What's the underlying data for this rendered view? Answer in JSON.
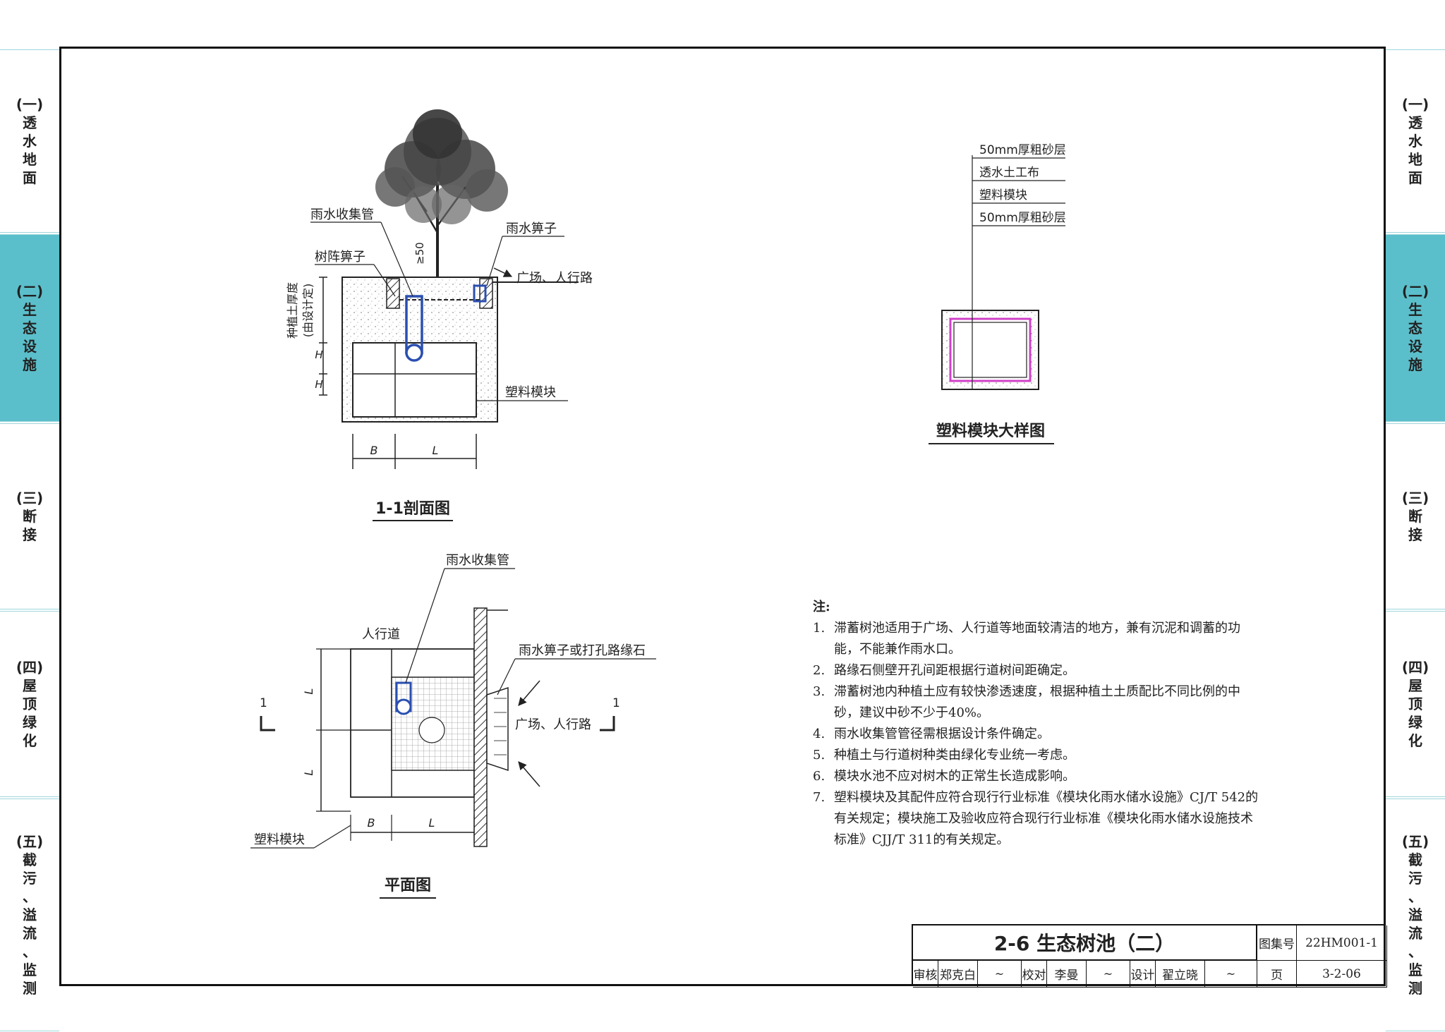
{
  "side_tabs": [
    {
      "num": "(一)",
      "chars": [
        "透",
        "水",
        "地",
        "面"
      ],
      "active": false
    },
    {
      "num": "(二)",
      "chars": [
        "生",
        "态",
        "设",
        "施"
      ],
      "active": true
    },
    {
      "num": "(三)",
      "chars": [
        "断",
        "接"
      ],
      "active": false
    },
    {
      "num": "(四)",
      "chars": [
        "屋",
        "顶",
        "绿",
        "化"
      ],
      "active": false
    },
    {
      "num": "(五)",
      "chars": [
        "截",
        "污",
        "、",
        "溢",
        "流",
        "、",
        "监",
        "测"
      ],
      "active": false
    }
  ],
  "section_view": {
    "title": "1-1剖面图",
    "labels": {
      "rain_pipe": "雨水收集管",
      "tree_grate": "树阵箅子",
      "rain_grate": "雨水箅子",
      "plaza": "广场、人行路",
      "soil_thickness": "种植土厚度",
      "soil_note": "(由设计定)",
      "gt50": "≥50",
      "module": "塑料模块",
      "H": "H",
      "B": "B",
      "L": "L"
    }
  },
  "detail_view": {
    "title": "塑料模块大样图",
    "layers": [
      "50mm厚粗砂层",
      "透水土工布",
      "塑料模块",
      "50mm厚粗砂层"
    ]
  },
  "plan_view": {
    "title": "平面图",
    "labels": {
      "rain_pipe": "雨水收集管",
      "sidewalk": "人行道",
      "grate_or_curb": "雨水箅子或打孔路缘石",
      "plaza": "广场、人行路",
      "module": "塑料模块",
      "cut": "1",
      "L": "L",
      "B": "B"
    }
  },
  "notes": {
    "heading": "注:",
    "items": [
      {
        "n": "1.",
        "text": "滞蓄树池适用于广场、人行道等地面较清洁的地方，兼有沉泥和调蓄的功能，不能兼作雨水口。"
      },
      {
        "n": "2.",
        "text": "路缘石侧壁开孔间距根据行道树间距确定。"
      },
      {
        "n": "3.",
        "text": "滞蓄树池内种植土应有较快渗透速度，根据种植土土质配比不同比例的中砂，建议中砂不少于40%。"
      },
      {
        "n": "4.",
        "text": "雨水收集管管径需根据设计条件确定。"
      },
      {
        "n": "5.",
        "text": "种植土与行道树种类由绿化专业统一考虑。"
      },
      {
        "n": "6.",
        "text": "模块水池不应对树木的正常生长造成影响。"
      },
      {
        "n": "7.",
        "text": "塑料模块及其配件应符合现行行业标准《模块化雨水储水设施》CJ/T 542的有关规定；模块施工及验收应符合现行行业标准《模块化雨水储水设施技术标准》CJJ/T 311的有关规定。"
      }
    ]
  },
  "title_block": {
    "drawing_title": "2-6  生态树池（二）",
    "atlas_label": "图集号",
    "atlas_no": "22HM001-1",
    "page_label": "页",
    "page_no": "3-2-06",
    "review_label": "审核",
    "reviewer": "郑克白",
    "check_label": "校对",
    "checker": "李曼",
    "design_label": "设计",
    "designer": "翟立晓"
  },
  "colors": {
    "tab_active": "#5bbfcb",
    "pipe": "#2a4fb0",
    "fabric": "#d040c8",
    "line": "#222222"
  }
}
